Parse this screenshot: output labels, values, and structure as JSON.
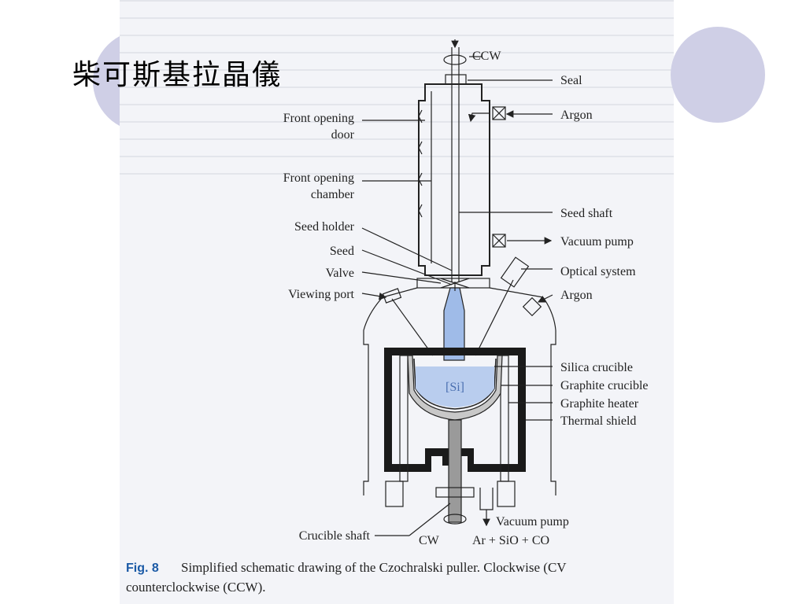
{
  "slide": {
    "title": "柴可斯基拉晶儀"
  },
  "diagram": {
    "labels": {
      "ccw": "CCW",
      "seal": "Seal",
      "argon_top": "Argon",
      "front_opening_door_1": "Front opening",
      "front_opening_door_2": "door",
      "front_opening_chamber_1": "Front opening",
      "front_opening_chamber_2": "chamber",
      "seed_shaft": "Seed shaft",
      "seed_holder": "Seed holder",
      "vacuum_pump_top": "Vacuum pump",
      "seed": "Seed",
      "optical_system": "Optical system",
      "valve": "Valve",
      "viewing_port": "Viewing port",
      "argon_bottom": "Argon",
      "silicon": "[Si]",
      "silica_crucible": "Silica crucible",
      "graphite_crucible": "Graphite crucible",
      "graphite_heater": "Graphite heater",
      "thermal_shield": "Thermal shield",
      "vacuum_pump_bottom": "Vacuum pump",
      "crucible_shaft": "Crucible shaft",
      "cw": "CW",
      "exhaust": "Ar + SiO + CO"
    },
    "caption": {
      "fig_label": "Fig. 8",
      "line1": "Simplified schematic drawing of the Czochralski puller. Clockwise (CV",
      "line2": "counterclockwise (CCW)."
    },
    "colors": {
      "melt": "#b9cdee",
      "crystal": "#9fbbe8",
      "line": "#222222",
      "caption_fig": "#1b5aa6"
    }
  }
}
